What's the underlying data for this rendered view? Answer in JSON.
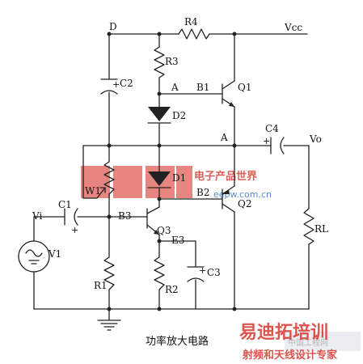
{
  "diagram": {
    "caption": "功率放大电路",
    "nodes": {
      "d": "D",
      "a_top": "A",
      "a_mid": "A",
      "b1": "B1",
      "b2": "B2",
      "b3": "B3",
      "e3": "E3"
    },
    "components": {
      "r4": "R4",
      "r3": "R3",
      "r2": "R2",
      "r1": "R1",
      "rl": "RL",
      "c1": "C1",
      "c2": "C2",
      "c3": "C3",
      "c4": "C4",
      "d1": "D1",
      "d2": "D2",
      "q1": "Q1",
      "q2": "Q2",
      "q3": "Q3",
      "w1": "W1",
      "v1": "V1"
    },
    "terminals": {
      "vcc": "Vcc",
      "vi": "Vi",
      "vo": "Vo"
    },
    "polarity": {
      "c1": "+",
      "c2": "+",
      "c3": "+",
      "c4": "+"
    }
  },
  "watermarks": {
    "eepw_logo": "EEPW",
    "eepw_cn": "电子产品世界",
    "eepw_url": "eepw.com.cn",
    "site_cn": "易迪拓培训",
    "site_slogan": "射频和天线设计专家",
    "stamp": "中国工程网"
  },
  "colors": {
    "wire": "#222222",
    "watermark_red": "#d9423a",
    "watermark_blue": "#3a7ac8"
  }
}
